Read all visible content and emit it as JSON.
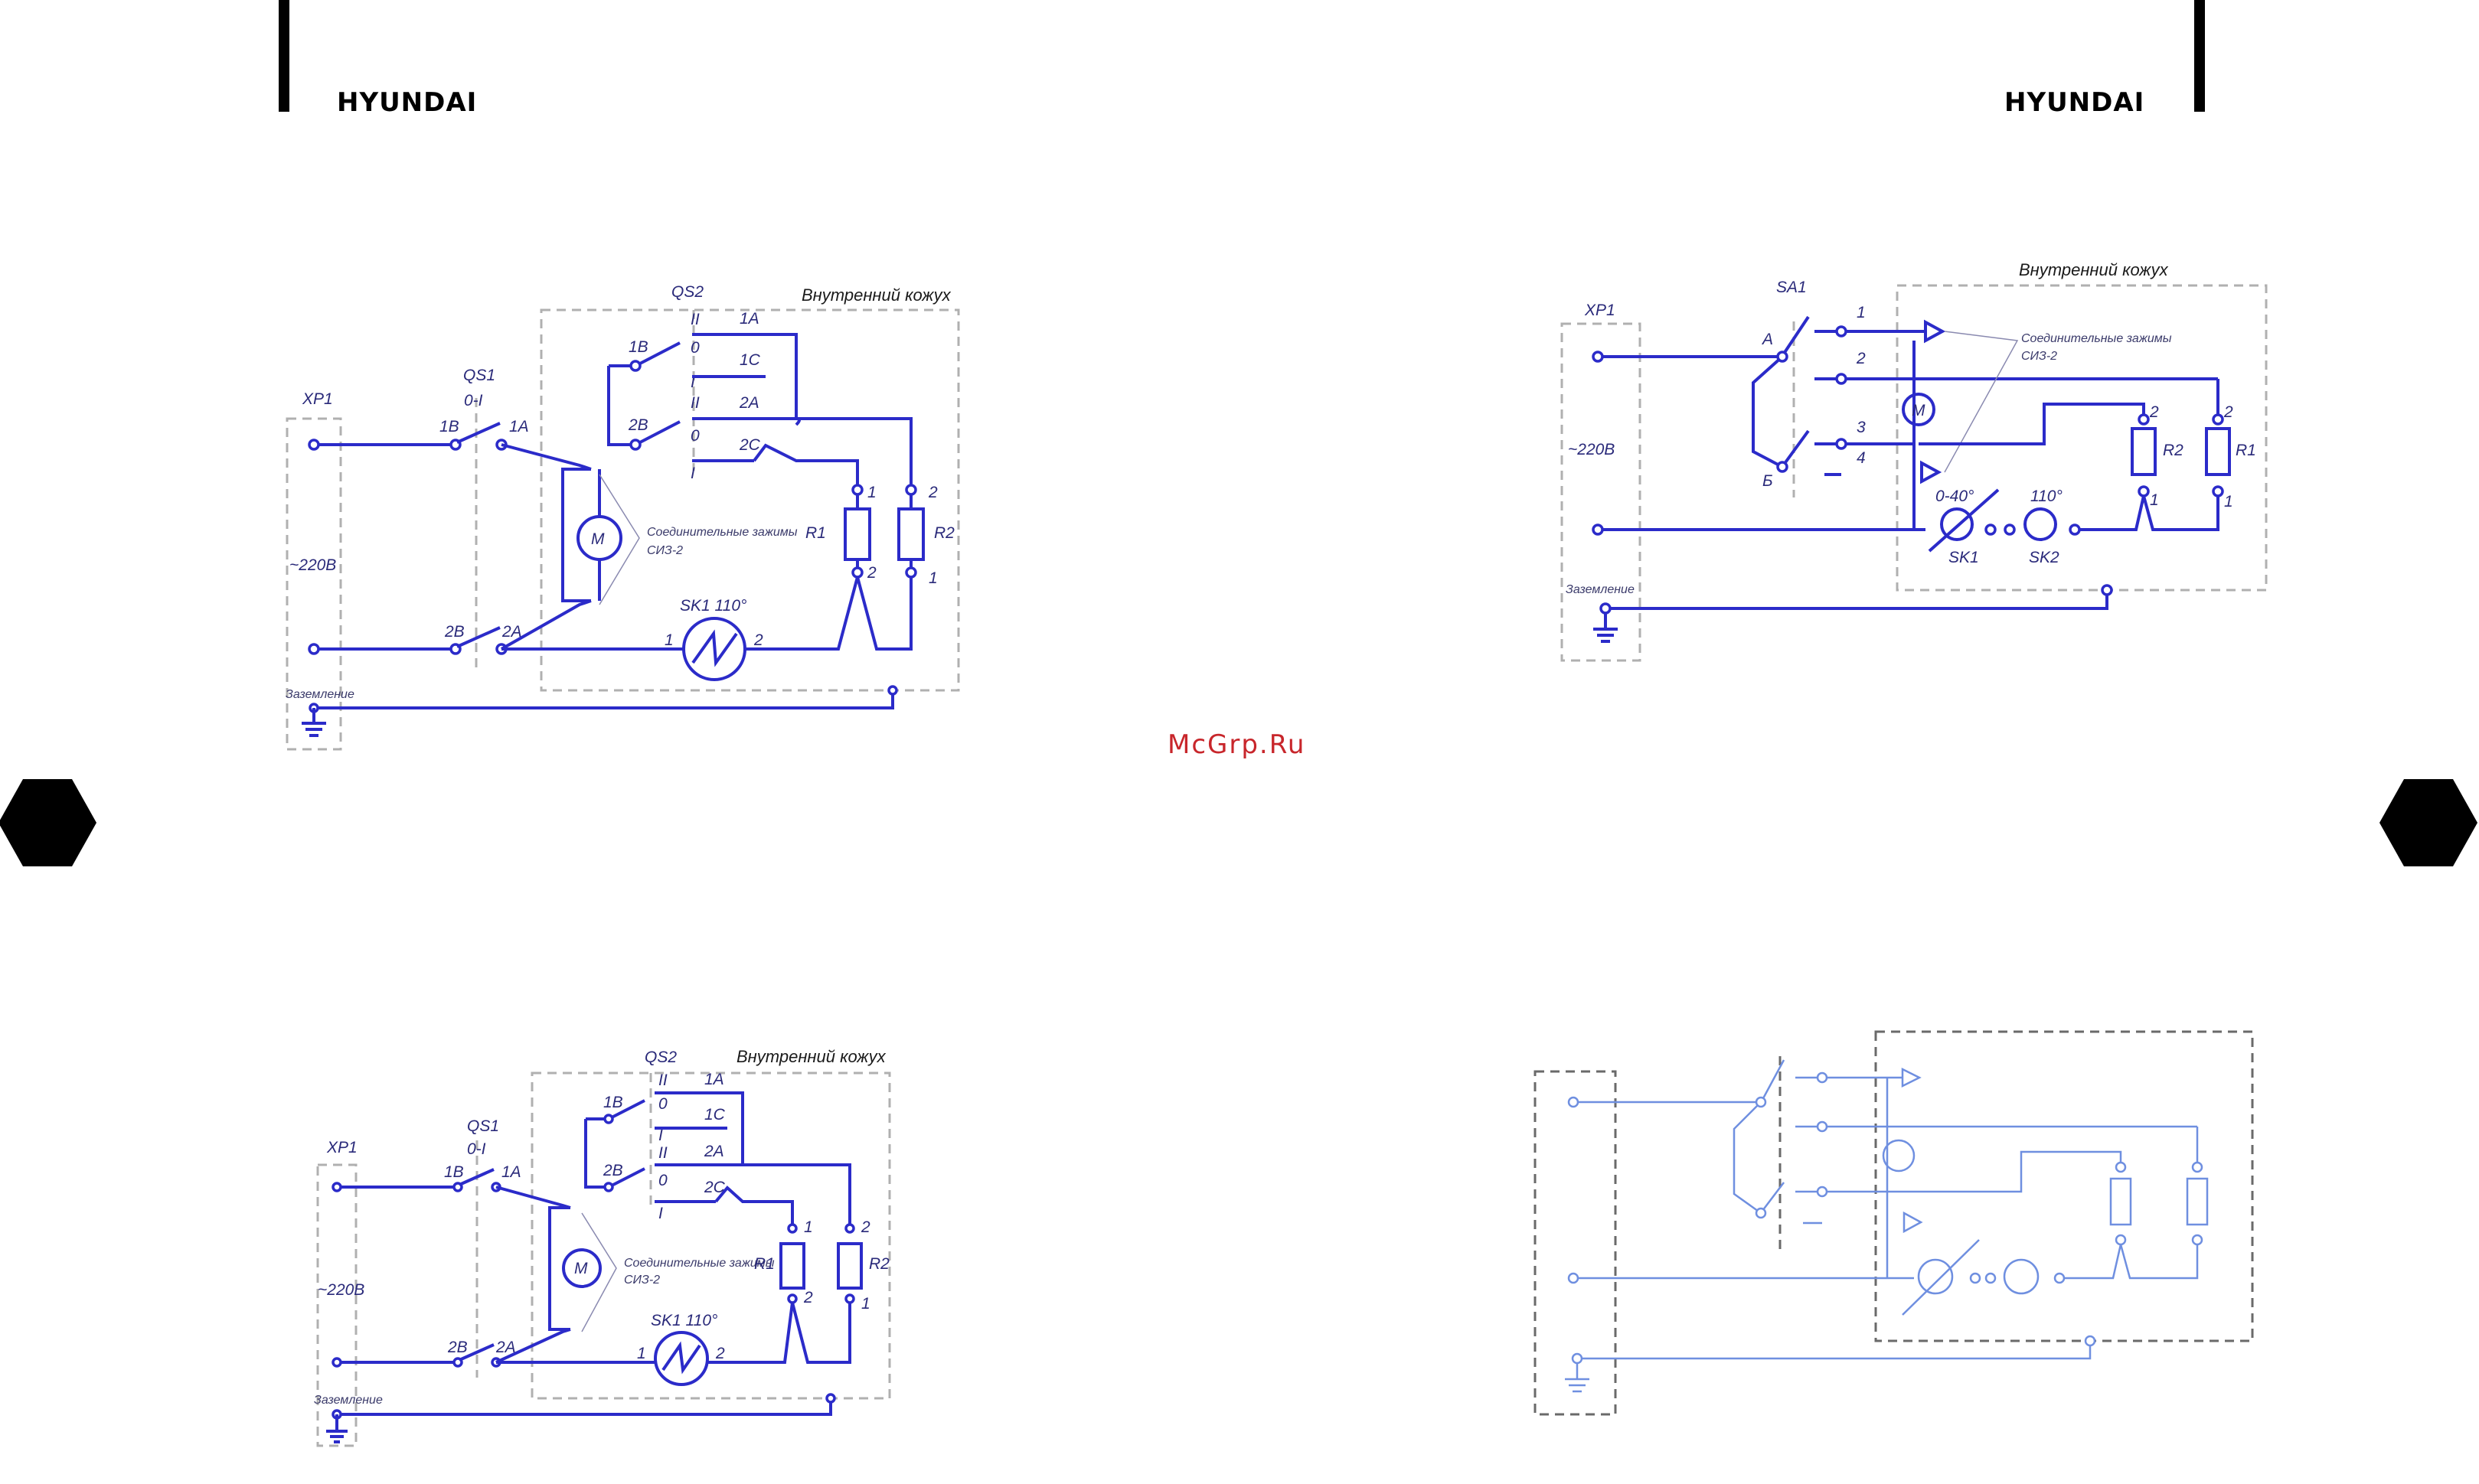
{
  "header": {
    "brand_left": "HYUNDAI",
    "brand_right": "HYUNDAI"
  },
  "watermark": "McGrp.Ru",
  "diagram1": {
    "housing_label": "Внутренний кожух",
    "switch_main": "QS2",
    "plug": "XP1",
    "voltage": "~220В",
    "ground": "Заземление",
    "qs1": "QS1",
    "qs1_pos": "0-I",
    "t_1B": "1В",
    "t_2B": "2В",
    "t_1A": "1А",
    "t_2A": "2А",
    "pos_II": "II",
    "pos_0": "0",
    "pos_I": "I",
    "t_1C": "1С",
    "t_2C": "2С",
    "motor": "М",
    "clamps_1": "Соединительные зажимы",
    "clamps_2": "СИЗ-2",
    "sk1": "SK1 110°",
    "r1": "R1",
    "r2": "R2",
    "n1": "1",
    "n2": "2"
  },
  "diagram2": {
    "housing_label": "Внутренний кожух",
    "sa1": "SA1",
    "plug": "XP1",
    "voltage": "~220В",
    "ground": "Заземление",
    "sw_A": "А",
    "sw_B": "Б",
    "c1": "1",
    "c2": "2",
    "c3": "3",
    "c4": "4",
    "motor": "М",
    "clamps_1": "Соединительные зажимы",
    "clamps_2": "СИЗ-2",
    "sk1_range": "0-40°",
    "sk2_temp": "110°",
    "sk1": "SK1",
    "sk2": "SK2",
    "r1": "R1",
    "r2": "R2",
    "n1": "1",
    "n2": "2"
  },
  "colors": {
    "wire": "#2b2bc9",
    "wire_faint": "#6f8fe0",
    "watermark": "#c8262b",
    "brand": "#000000"
  }
}
